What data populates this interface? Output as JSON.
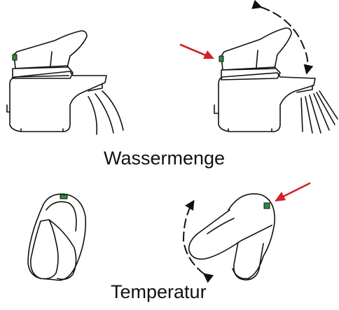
{
  "labels": {
    "flow": "Wassermenge",
    "temperature": "Temperatur"
  },
  "colors": {
    "line": "#111111",
    "arrow": "#d42027",
    "indicator": "#2e8b3a"
  },
  "icons": {
    "flow_motion": "curved-arrow-up-down",
    "temperature_motion": "curved-arrow-left-right",
    "pointer": "red-arrow"
  }
}
